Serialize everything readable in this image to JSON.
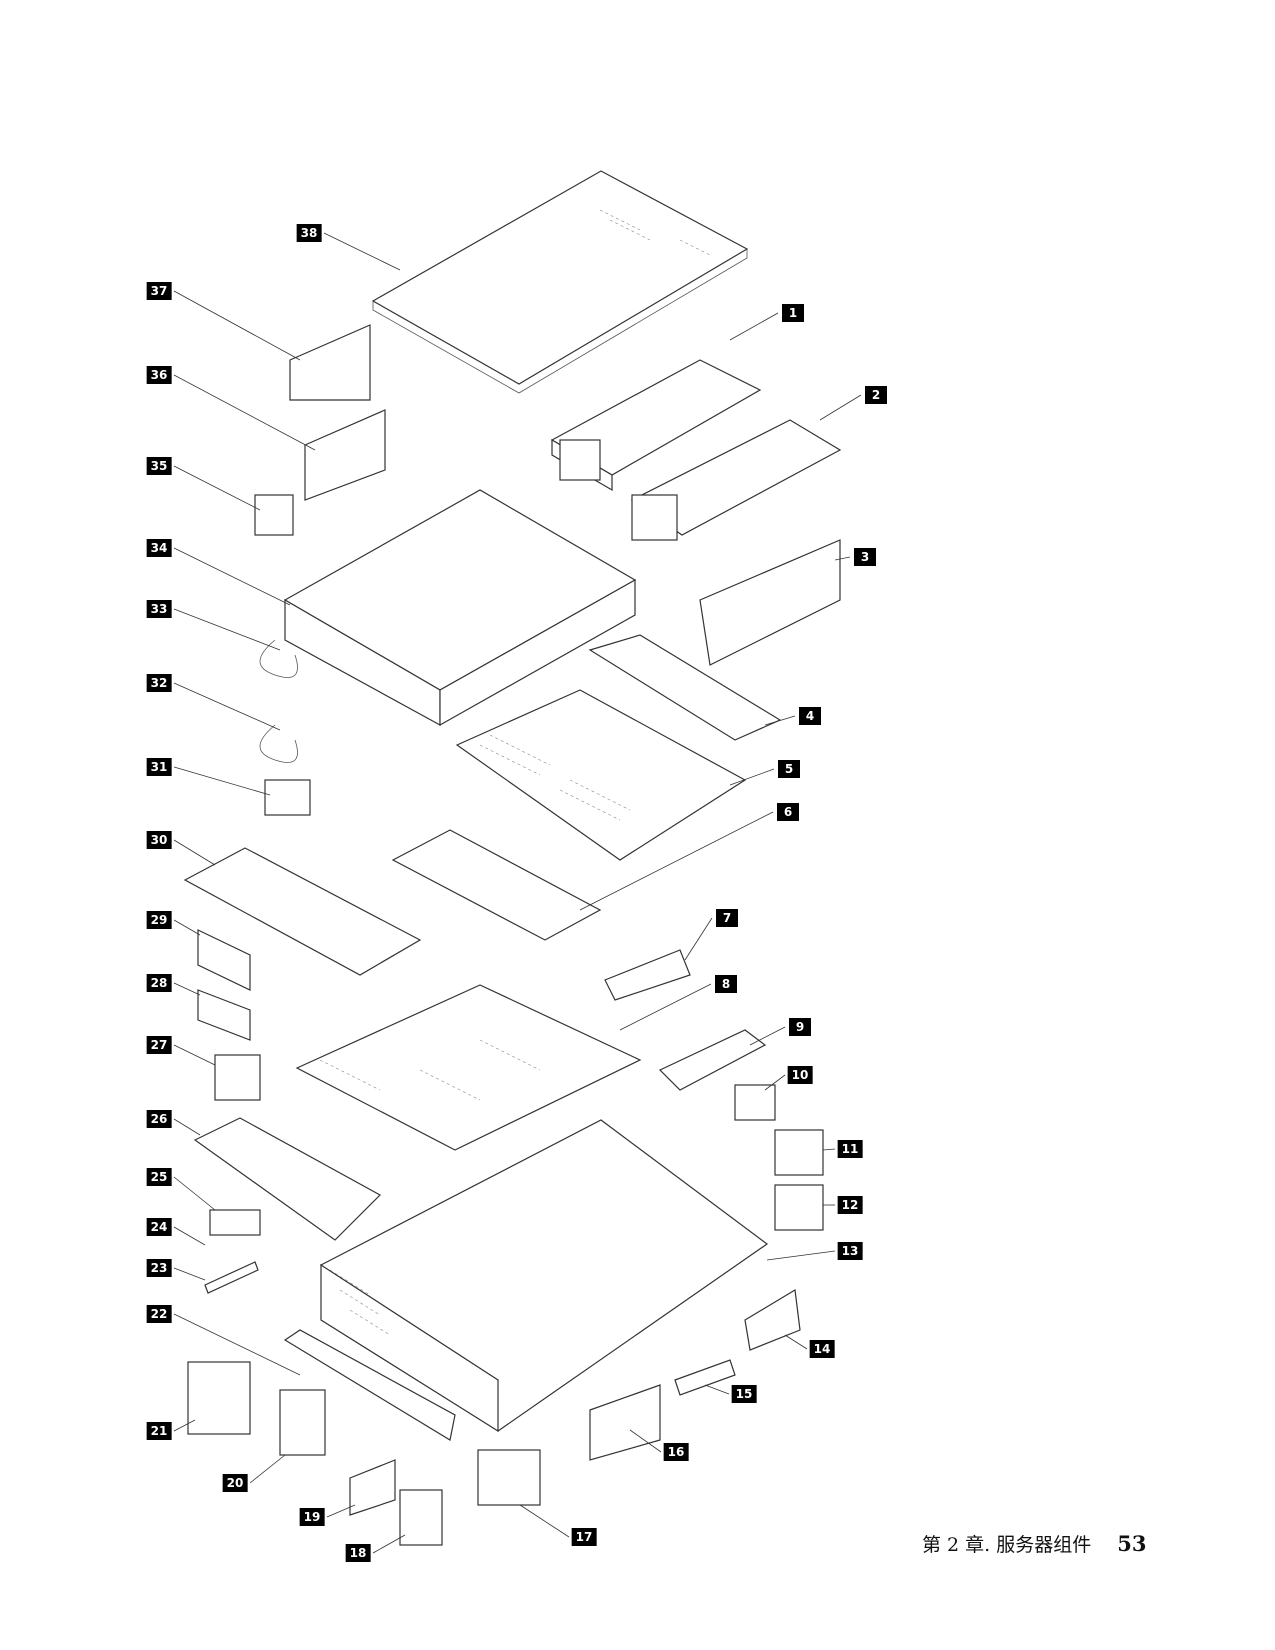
{
  "callouts": [
    "1",
    "2",
    "3",
    "4",
    "5",
    "6",
    "7",
    "8",
    "9",
    "10",
    "11",
    "12",
    "13",
    "14",
    "15",
    "16",
    "17",
    "18",
    "19",
    "20",
    "21",
    "22",
    "23",
    "24",
    "25",
    "26",
    "27",
    "28",
    "29",
    "30",
    "31",
    "32",
    "33",
    "34",
    "35",
    "36",
    "37",
    "38"
  ],
  "footer": {
    "chapter": "第 2 章. 服务器组件",
    "page_number": "53"
  }
}
